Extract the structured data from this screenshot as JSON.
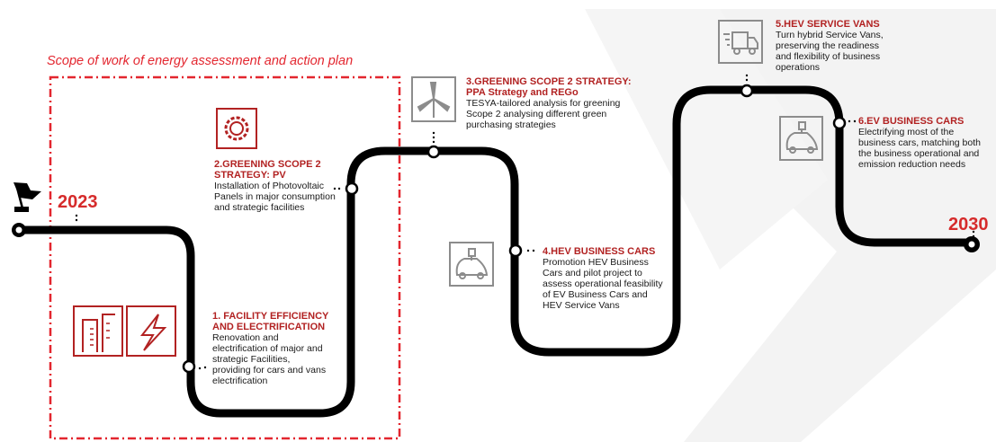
{
  "scope_title": "Scope of work of energy assessment and action plan",
  "start_year": "2023",
  "end_year": "2030",
  "milestones": [
    {
      "title_lines": [
        "1. FACILITY EFFICIENCY",
        "AND ELECTRIFICATION"
      ],
      "desc_lines": [
        "Renovation and",
        "electrification of major and",
        "strategic Facilities,",
        "providing for cars and vans",
        "electrification"
      ],
      "icon": "building-and-lightning-icons"
    },
    {
      "title_lines": [
        "2.GREENING SCOPE 2",
        "STRATEGY: PV"
      ],
      "desc_lines": [
        "Installation of Photovoltaic",
        "Panels in major consumption",
        "and strategic facilities"
      ],
      "icon": "sun-icon"
    },
    {
      "title_lines": [
        "3.GREENING SCOPE 2 STRATEGY:",
        "PPA Strategy and REGo"
      ],
      "desc_lines": [
        "TESYA-tailored analysis for greening",
        "Scope 2 analysing different green",
        "purchasing strategies"
      ],
      "icon": "wind-turbine-icon"
    },
    {
      "title_lines": [
        "4.HEV BUSINESS CARS"
      ],
      "desc_lines": [
        "Promotion HEV Business",
        "Cars and pilot project to",
        "assess operational feasibility",
        "of EV Business Cars and",
        "HEV Service Vans"
      ],
      "icon": "electric-car-icon"
    },
    {
      "title_lines": [
        "5.HEV SERVICE VANS"
      ],
      "desc_lines": [
        "Turn hybrid Service Vans,",
        "preserving the readiness",
        "and flexibility of business",
        "operations"
      ],
      "icon": "delivery-van-icon"
    },
    {
      "title_lines": [
        "6.EV BUSINESS CARS"
      ],
      "desc_lines": [
        "Electrifying most of the",
        "business cars, matching both",
        "the business operational and",
        "emission reduction needs"
      ],
      "icon": "electric-car-icon"
    }
  ],
  "colors": {
    "road": "#000000",
    "accent_red": "#b22222",
    "scope_red": "#e3262f",
    "icon_gray": "#8c8c8c",
    "backdrop": "#f3f3f3"
  }
}
